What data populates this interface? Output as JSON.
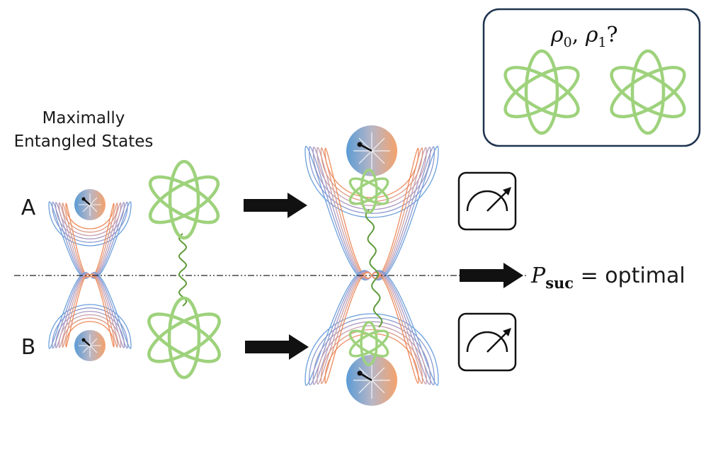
{
  "title": {
    "line1": "Maximally",
    "line2": "Entangled States"
  },
  "parties": {
    "a": "A",
    "b": "B"
  },
  "question": {
    "rho": "ρ",
    "sub0": "0",
    "separator": ", ",
    "sub1": "1",
    "mark": "?"
  },
  "result": {
    "p": "P",
    "sub": "suc",
    "equals": " = ",
    "value": "optimal"
  },
  "icons": {
    "meter": "meter-gauge-icon",
    "atom": "atom-orbit-icon",
    "arrow": "block-arrow-right-icon"
  },
  "colors": {
    "atom": "#9ed27c",
    "wavy_link": "#5f9b3a",
    "sphere_left": "#5b9bd5",
    "sphere_right": "#f4a26b",
    "contours": [
      "#6aa0dc",
      "#8b9ad0",
      "#a99ac2",
      "#c7a0ae",
      "#de9a84",
      "#ee8c5c"
    ],
    "arrow": "#111111",
    "box_border": "#1f3450"
  }
}
